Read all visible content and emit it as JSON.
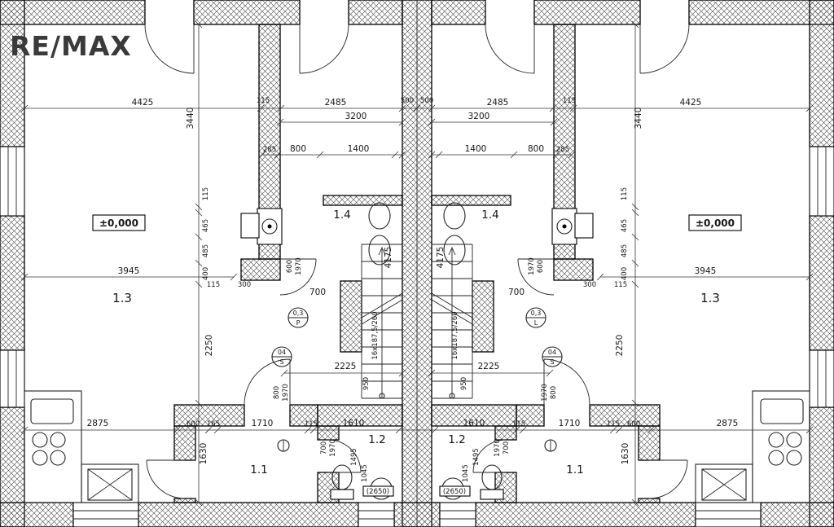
{
  "logo": {
    "brand": "RE/MAX"
  },
  "levels": {
    "left": "±0,000",
    "right": "±0,000"
  },
  "rooms": {
    "left_main": "1.3",
    "left_top": "1.4",
    "left_hall": "1.1",
    "left_bath": "1.2",
    "right_main": "1.3",
    "right_top": "1.4",
    "right_hall": "1.1",
    "right_bath": "1.2"
  },
  "stairs": {
    "left_label": "16x187,5/260",
    "right_label": "16x187,5/260"
  },
  "tags": {
    "door_left_top": "0,3",
    "door_left_bottom": "P",
    "door_right_top": "0,3",
    "door_right_bottom": "L",
    "floor_top": "04",
    "floor_bottom": "S"
  },
  "dims": {
    "top_row": [
      "4425",
      "115",
      "2485",
      "500",
      "500",
      "2485",
      "115",
      "4425"
    ],
    "inner_width": [
      "3200",
      "3200"
    ],
    "row2_left": [
      "285",
      "800",
      "1400"
    ],
    "row2_right": [
      "1400",
      "800",
      "285"
    ],
    "left_col": [
      "3440",
      "115",
      "465",
      "485",
      "400",
      "2250",
      "1630"
    ],
    "right_col": [
      "3440",
      "115",
      "465",
      "485",
      "400",
      "2250",
      "1630"
    ],
    "mid_left": {
      "w3945": "3945",
      "s115": "115",
      "s300": "300",
      "d700": "700",
      "v4175": "4175",
      "w2225": "2225",
      "v950": "950"
    },
    "mid_right": {
      "w3945": "3945",
      "s115": "115",
      "s300": "300",
      "d700": "700",
      "v4175": "4175",
      "w2225": "2225",
      "v950": "950"
    },
    "door_top": [
      "600",
      "1970"
    ],
    "door_hall": [
      "800",
      "1970"
    ],
    "door_bath": [
      "700",
      "1970"
    ],
    "bottom_left": [
      "2875",
      "600",
      "165",
      "1710",
      "115",
      "1610"
    ],
    "bottom_right": [
      "1610",
      "115",
      "1710",
      "115",
      "600",
      "2875"
    ],
    "bath_side": [
      "1495",
      "1045",
      "(2650)"
    ]
  }
}
